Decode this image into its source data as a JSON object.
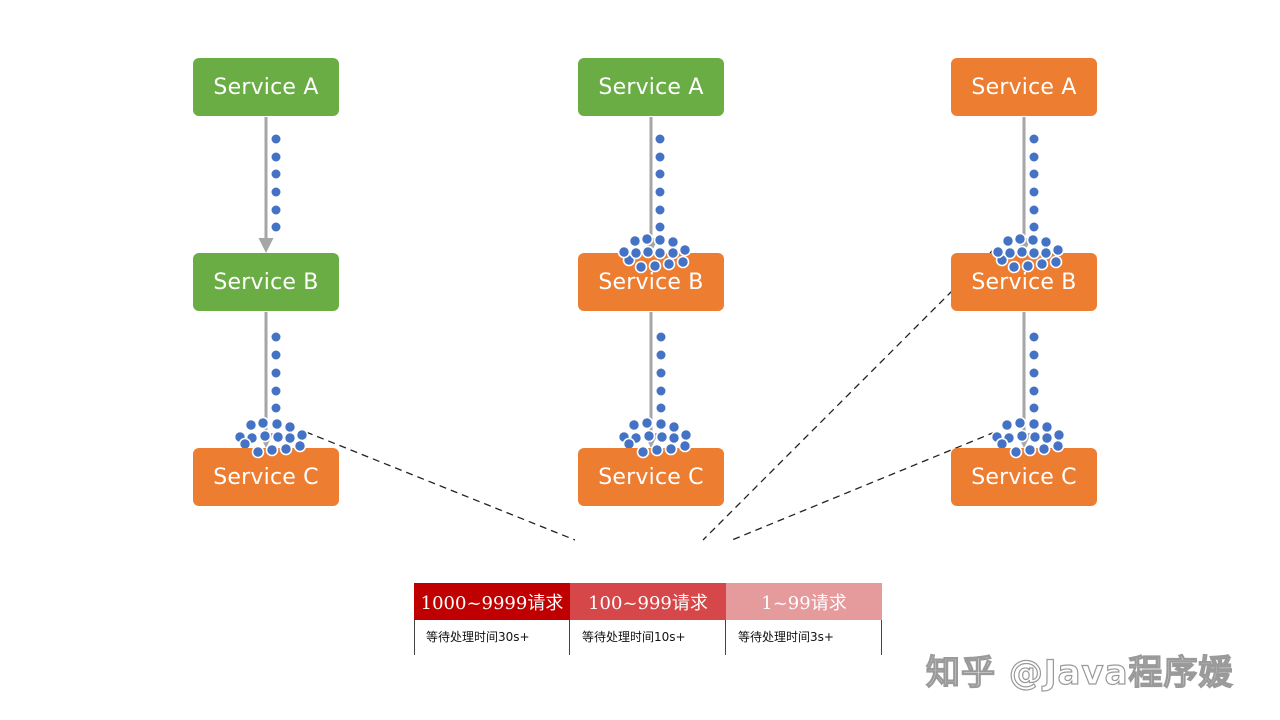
{
  "columns": [
    {
      "boxes": [
        {
          "label": "Service A",
          "color": "#6aad45"
        },
        {
          "label": "Service B",
          "color": "#6aad45"
        },
        {
          "label": "Service C",
          "color": "#ed7d31"
        }
      ]
    },
    {
      "boxes": [
        {
          "label": "Service A",
          "color": "#6aad45"
        },
        {
          "label": "Service B",
          "color": "#ed7d31"
        },
        {
          "label": "Service C",
          "color": "#ed7d31"
        }
      ]
    },
    {
      "boxes": [
        {
          "label": "Service A",
          "color": "#ed7d31"
        },
        {
          "label": "Service B",
          "color": "#ed7d31"
        },
        {
          "label": "Service C",
          "color": "#ed7d31"
        }
      ]
    }
  ],
  "colors": {
    "arrow": "#a6a6a6",
    "dot": "#4472c4",
    "dot_stroke": "#ffffff",
    "dashed_line": "#222222"
  },
  "legend": [
    {
      "header": "1000~9999请求",
      "desc": "等待处理时间30s+",
      "color": "#c00000"
    },
    {
      "header": "100~999请求",
      "desc": "等待处理时间10s+",
      "color": "#d6474a"
    },
    {
      "header": "1~99请求",
      "desc": "等待处理时间3s+",
      "color": "#e59a9c"
    }
  ],
  "watermark": "知乎 @Java程序媛"
}
